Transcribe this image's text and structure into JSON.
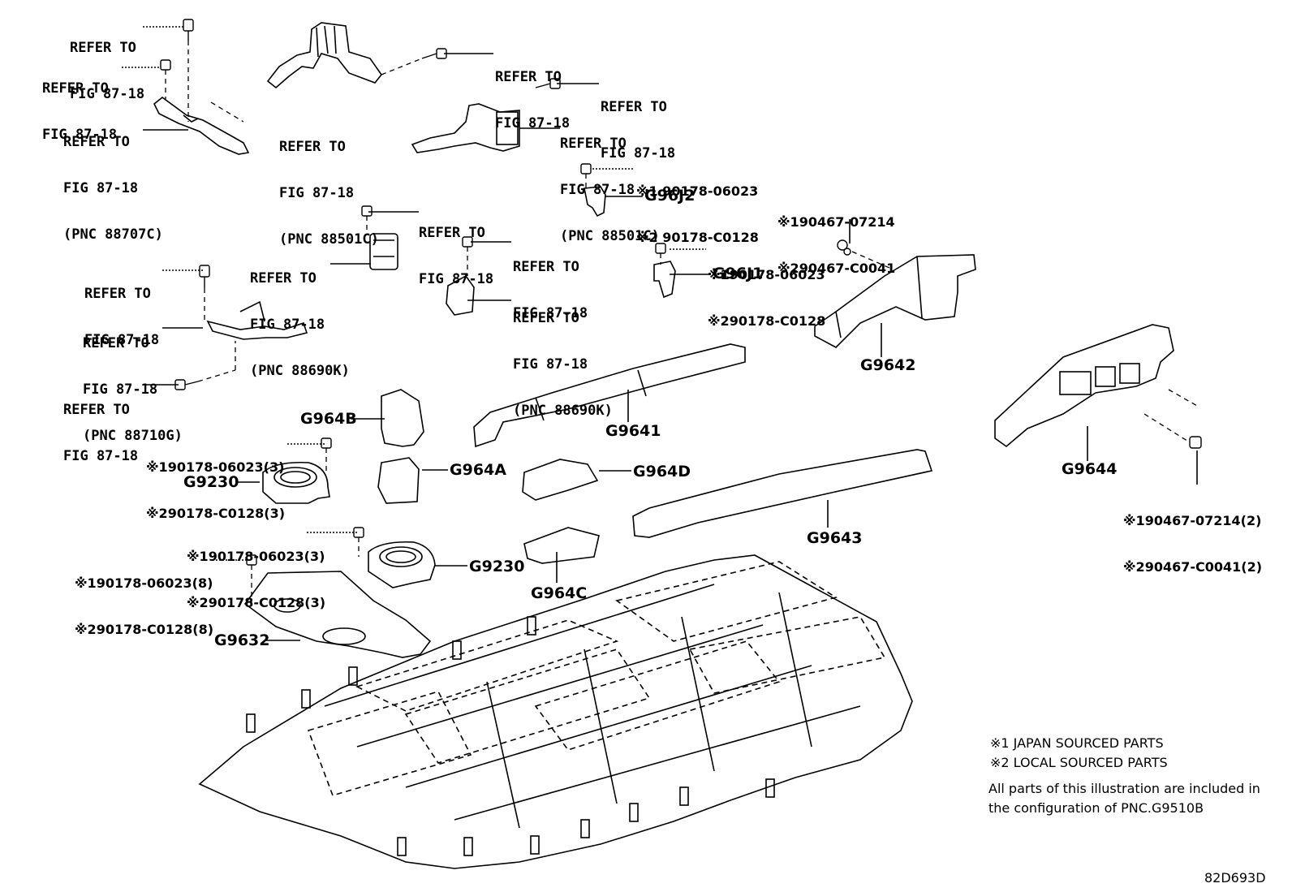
{
  "refer_to": {
    "a": [
      "REFER TO",
      "FIG 87-18"
    ],
    "b": [
      "REFER TO",
      "FIG 87-18"
    ],
    "c": [
      "REFER TO",
      "FIG 87-18",
      "(PNC 88707C)"
    ],
    "d": [
      "REFER TO",
      "FIG 87-18",
      "(PNC 88501C)"
    ],
    "e": [
      "REFER TO",
      "FIG 87-18"
    ],
    "f": [
      "REFER TO",
      "FIG 87-18"
    ],
    "g": [
      "REFER TO",
      "FIG 87-18",
      "(PNC 88501C)"
    ],
    "h": [
      "REFER TO",
      "FIG 87-18"
    ],
    "i": [
      "REFER TO",
      "FIG 87-18",
      "(PNC 88690K)"
    ],
    "j": [
      "REFER TO",
      "FIG 87-18"
    ],
    "k": [
      "REFER TO",
      "FIG 87-18",
      "(PNC 88690K)"
    ],
    "l": [
      "REFER TO",
      "FIG 87-18"
    ],
    "m": [
      "REFER TO",
      "FIG 87-18",
      "(PNC 88710G)"
    ],
    "n": [
      "REFER TO",
      "FIG 87-18"
    ]
  },
  "fastener_codes": {
    "f1": [
      "※1 90178-06023",
      "※2 90178-C0128"
    ],
    "f2": [
      "※190467-07214",
      "※290467-C0041"
    ],
    "f3": [
      "※190178-06023",
      "※290178-C0128"
    ],
    "f4": [
      "※190178-06023(3)",
      "※290178-C0128(3)"
    ],
    "f5": [
      "※190467-07214(2)",
      "※290467-C0041(2)"
    ],
    "f6": [
      "※190178-06023(3)",
      "※290178-C0128(3)"
    ],
    "f7": [
      "※190178-06023(8)",
      "※290178-C0128(8)"
    ]
  },
  "part_numbers": {
    "G96J2": "G96J2",
    "G96J1": "G96J1",
    "G9642": "G9642",
    "G964B": "G964B",
    "G9641": "G9641",
    "G9230a": "G9230",
    "G964A": "G964A",
    "G964D": "G964D",
    "G9644": "G9644",
    "G9643": "G9643",
    "G9230b": "G9230",
    "G964C": "G964C",
    "G9632": "G9632"
  },
  "notes": {
    "japan": "※1 JAPAN SOURCED PARTS",
    "local": "※2 LOCAL SOURCED PARTS",
    "config_1": "All parts of this illustration are included in",
    "config_2": "the configuration of PNC.G9510B"
  },
  "figure_code": "82D693D"
}
